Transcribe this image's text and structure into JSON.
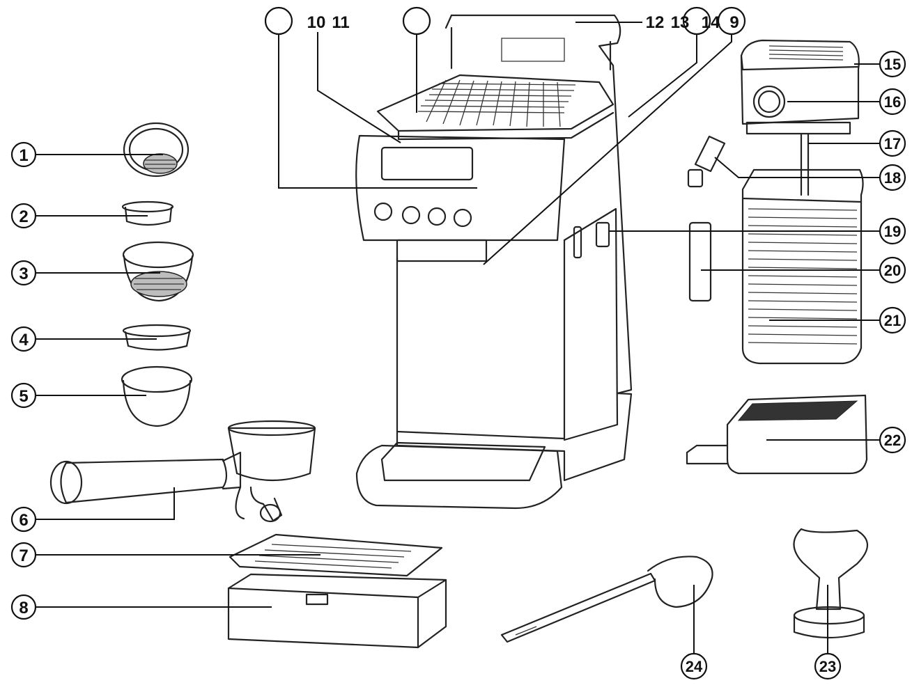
{
  "diagram": {
    "callouts": [
      {
        "id": "c1",
        "text": "1"
      },
      {
        "id": "c2",
        "text": "2"
      },
      {
        "id": "c3",
        "text": "3"
      },
      {
        "id": "c4",
        "text": "4"
      },
      {
        "id": "c5",
        "text": "5"
      },
      {
        "id": "c6",
        "text": "6"
      },
      {
        "id": "c7",
        "text": "7"
      },
      {
        "id": "c8",
        "text": "8"
      },
      {
        "id": "c9",
        "text": "9"
      },
      {
        "id": "c10",
        "text": "10"
      },
      {
        "id": "c11",
        "text": "11"
      },
      {
        "id": "c12",
        "text": "12"
      },
      {
        "id": "c13",
        "text": "13"
      },
      {
        "id": "c14",
        "text": "14"
      },
      {
        "id": "c15",
        "text": "15"
      },
      {
        "id": "c16",
        "text": "16"
      },
      {
        "id": "c17",
        "text": "17"
      },
      {
        "id": "c18",
        "text": "18"
      },
      {
        "id": "c19",
        "text": "19"
      },
      {
        "id": "c20",
        "text": "20"
      },
      {
        "id": "c21",
        "text": "21"
      },
      {
        "id": "c22",
        "text": "22"
      },
      {
        "id": "c23",
        "text": "23"
      },
      {
        "id": "c24",
        "text": "24"
      }
    ]
  }
}
